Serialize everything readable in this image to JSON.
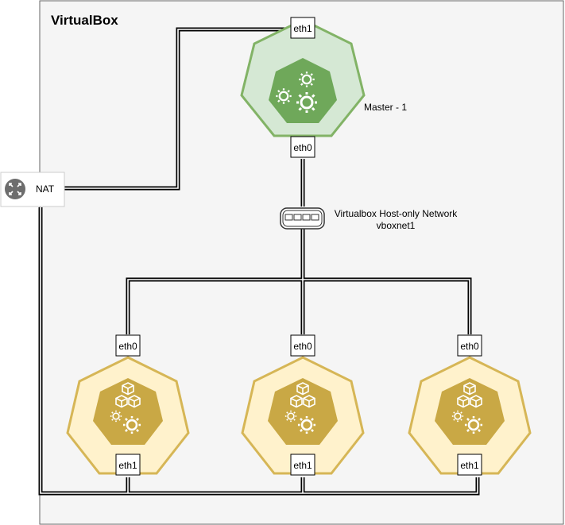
{
  "container": {
    "title": "VirtualBox"
  },
  "nat": {
    "label": "NAT",
    "icon": "router-icon"
  },
  "master": {
    "label": "Master - 1",
    "eth1": "eth1",
    "eth0": "eth0"
  },
  "network": {
    "line1": "Virtualbox Host-only Network",
    "line2": "vboxnet1",
    "icon": "switch-icon"
  },
  "workers": [
    {
      "eth0": "eth0",
      "eth1": "eth1"
    },
    {
      "eth0": "eth0",
      "eth1": "eth1"
    },
    {
      "eth0": "eth0",
      "eth1": "eth1"
    }
  ],
  "colors": {
    "container_fill": "#f5f5f5",
    "master_outer": "#d5e8d4",
    "master_stroke": "#82b366",
    "master_inner": "#6fa85a",
    "worker_outer": "#fff2cc",
    "worker_stroke": "#d6b656",
    "worker_inner": "#c9a845"
  }
}
